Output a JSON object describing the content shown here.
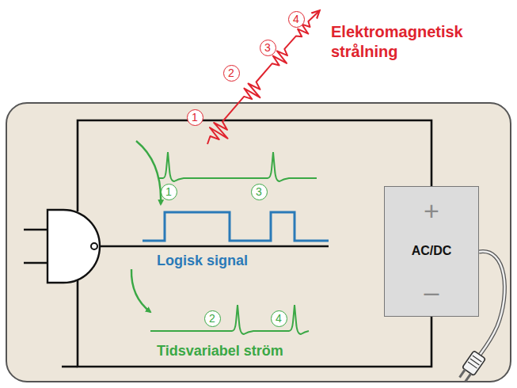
{
  "diagram": {
    "nodes": [
      {
        "text": [
          "+",
          "AC/DC",
          "–"
        ]
      }
    ],
    "labels": [
      "Elektromagnetisk strålning",
      "Logisk signal",
      "Tidsvariabel ström",
      "1",
      "2",
      "3",
      "4",
      "1",
      "3",
      "2",
      "4"
    ]
  }
}
